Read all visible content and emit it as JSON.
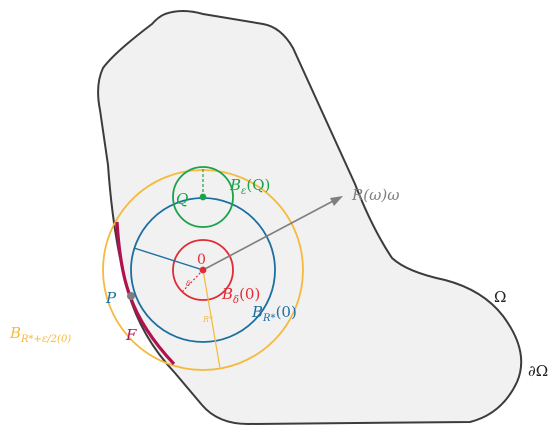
{
  "colors": {
    "domain_fill": "#f1f1f1",
    "domain_stroke": "#3c3c3c",
    "orange": "#f6b93b",
    "blue": "#1b6fa0",
    "green": "#1aa34a",
    "red": "#e02b35",
    "crimson": "#b0124e",
    "gray": "#7f7f7f"
  },
  "labels": {
    "omega": "Ω",
    "boundary": "∂Ω",
    "direction_base": "R(ω)ω",
    "ball_eps_base": "B",
    "ball_eps_sub": "ε",
    "ball_eps_arg": "(Q)",
    "ball_delta_base": "B",
    "ball_delta_sub": "δ",
    "ball_delta_arg": "(0)",
    "ball_rstar_base": "B",
    "ball_rstar_sub": "R*",
    "ball_rstar_arg": "(0)",
    "ball_big_base": "B",
    "ball_big_sub": "R*+ε/2(0)",
    "point_q": "Q",
    "point_p": "P",
    "origin": "0",
    "set_f": "F",
    "delta_mark": "δ",
    "rstar_mark": "R*"
  }
}
